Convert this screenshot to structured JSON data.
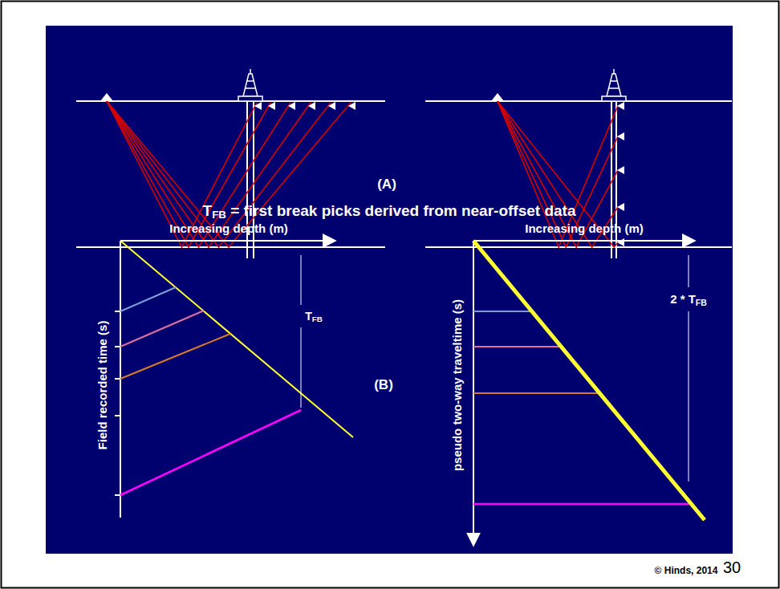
{
  "diagram": {
    "labels": [
      "(A)",
      "TFB = first break picks derived from near-offset data",
      "Increasing depth (m)",
      "Field recorded time (s)",
      "TFB",
      "(B)",
      "Increasing depth (m)",
      "pseudo two-way traveltime (s)",
      "2 * TFB",
      "© Hinds, 2014",
      "30"
    ]
  }
}
